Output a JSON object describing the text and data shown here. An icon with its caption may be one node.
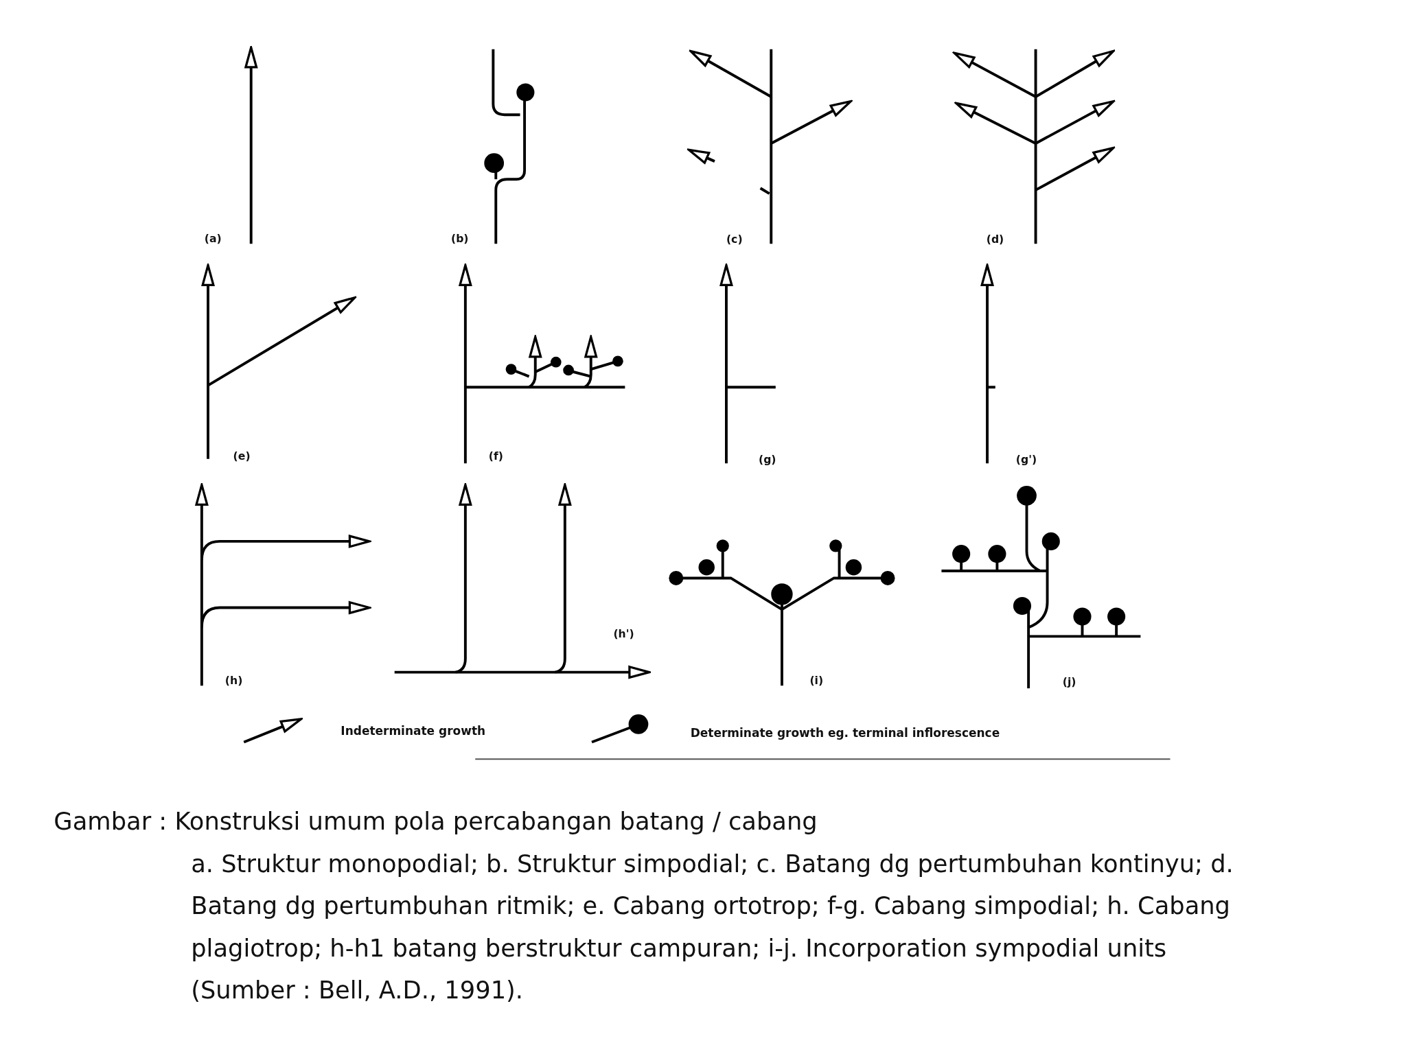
{
  "diagram": {
    "caption": "Gambar : Konstruksi umum pola percabangan batang / cabang",
    "labels": [
      "(a)",
      "(b)",
      "(c)",
      "(d)",
      "(e)",
      "(f)",
      "(g)",
      "(g')",
      "(h)",
      "(h')",
      "(i)",
      "(j)",
      "a. Struktur monopodial; b. Struktur simpodial; c. Batang dg pertumbuhan kontinyu; d. Batang dg pertumbuhan ritmik; e. Cabang ortotrop; f-g. Cabang simpodial; h. Cabang plagiotrop; h-h1 batang berstruktur campuran; i-j. Incorporation sympodial units (Sumber : Bell, A.D., 1991)."
    ],
    "legend": [
      {
        "text": "Indeterminate growth"
      },
      {
        "text": "Determinate growth eg. terminal inflorescence"
      }
    ]
  }
}
